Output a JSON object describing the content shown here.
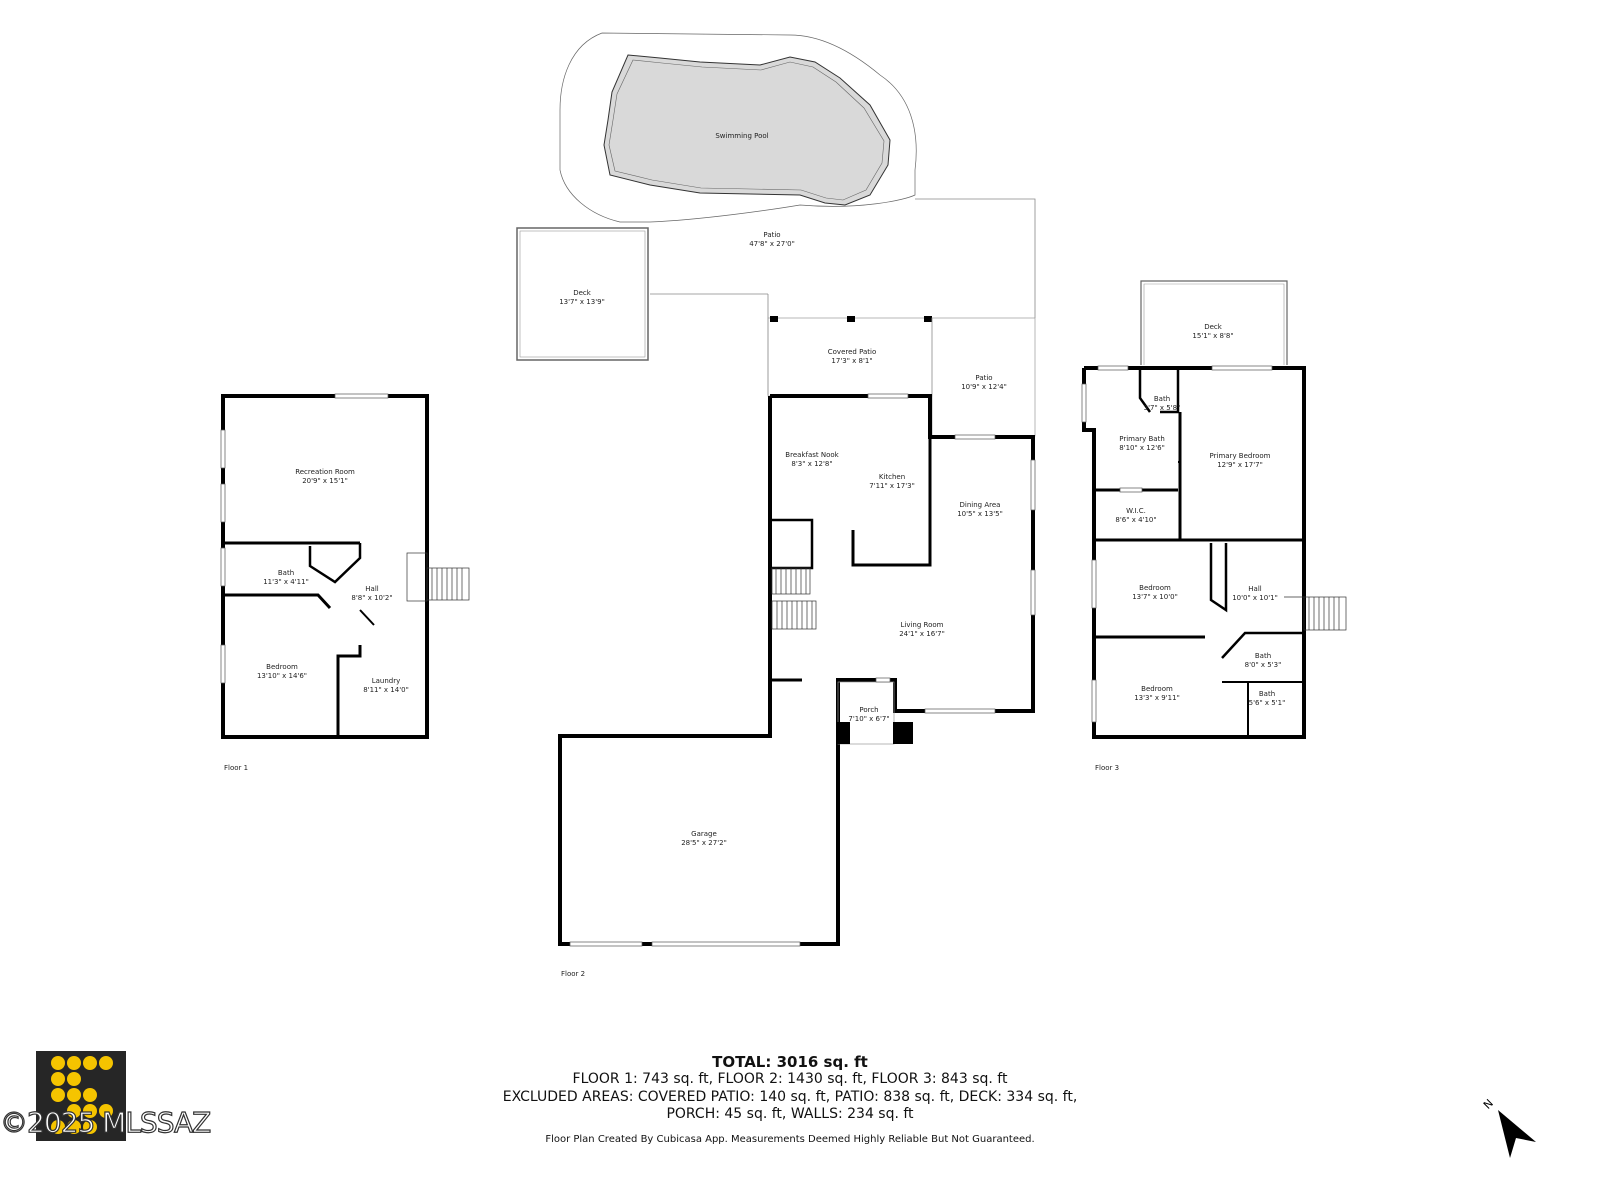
{
  "rooms": {
    "pool": {
      "name": "Swimming Pool"
    },
    "patio_main": {
      "name": "Patio",
      "dim": "47'8\" x 27'0\""
    },
    "deck_f2": {
      "name": "Deck",
      "dim": "13'7\" x 13'9\""
    },
    "covered_patio": {
      "name": "Covered Patio",
      "dim": "17'3\" x 8'1\""
    },
    "patio_small": {
      "name": "Patio",
      "dim": "10'9\" x 12'4\""
    },
    "breakfast_nook": {
      "name": "Breakfast Nook",
      "dim": "8'3\" x 12'8\""
    },
    "kitchen": {
      "name": "Kitchen",
      "dim": "7'11\" x 17'3\""
    },
    "dining": {
      "name": "Dining Area",
      "dim": "10'5\" x 13'5\""
    },
    "living": {
      "name": "Living Room",
      "dim": "24'1\" x 16'7\""
    },
    "porch": {
      "name": "Porch",
      "dim": "7'10\" x 6'7\""
    },
    "garage": {
      "name": "Garage",
      "dim": "28'5\" x 27'2\""
    },
    "recreation": {
      "name": "Recreation Room",
      "dim": "20'9\" x 15'1\""
    },
    "bath_f1": {
      "name": "Bath",
      "dim": "11'3\" x 4'11\""
    },
    "hall_f1": {
      "name": "Hall",
      "dim": "8'8\" x 10'2\""
    },
    "bedroom_f1": {
      "name": "Bedroom",
      "dim": "13'10\" x 14'6\""
    },
    "laundry": {
      "name": "Laundry",
      "dim": "8'11\" x 14'0\""
    },
    "deck_f3": {
      "name": "Deck",
      "dim": "15'1\" x 8'8\""
    },
    "bath_small_f3": {
      "name": "Bath",
      "dim": "3'7\" x 5'8\""
    },
    "primary_bath": {
      "name": "Primary Bath",
      "dim": "8'10\" x 12'6\""
    },
    "primary_bedroom": {
      "name": "Primary Bedroom",
      "dim": "12'9\" x 17'7\""
    },
    "wic": {
      "name": "W.I.C.",
      "dim": "8'6\" x 4'10\""
    },
    "bedroom_a_f3": {
      "name": "Bedroom",
      "dim": "13'7\" x 10'0\""
    },
    "hall_f3": {
      "name": "Hall",
      "dim": "10'0\" x 10'1\""
    },
    "bath_b_f3": {
      "name": "Bath",
      "dim": "8'0\" x 5'3\""
    },
    "bedroom_b_f3": {
      "name": "Bedroom",
      "dim": "13'3\" x 9'11\""
    },
    "bath_c_f3": {
      "name": "Bath",
      "dim": "5'6\" x 5'1\""
    }
  },
  "floors": {
    "f1": "Floor 1",
    "f2": "Floor 2",
    "f3": "Floor 3"
  },
  "summary": {
    "total": "TOTAL: 3016 sq. ft",
    "line1": "FLOOR 1: 743 sq. ft, FLOOR 2: 1430 sq. ft, FLOOR 3: 843 sq. ft",
    "line2": "EXCLUDED AREAS: COVERED PATIO: 140 sq. ft, PATIO: 838 sq. ft, DECK: 334 sq. ft,",
    "line3": "PORCH: 45 sq. ft, WALLS: 234 sq. ft",
    "note": "Floor Plan Created By Cubicasa App. Measurements Deemed Highly Reliable But Not Guaranteed."
  },
  "watermark": "©2025 MLSSAZ",
  "compass": "N",
  "colors": {
    "wall": "#000000",
    "pool": "#d9d9d9",
    "logo_bg": "#262626",
    "logo_dot": "#f5c400"
  }
}
